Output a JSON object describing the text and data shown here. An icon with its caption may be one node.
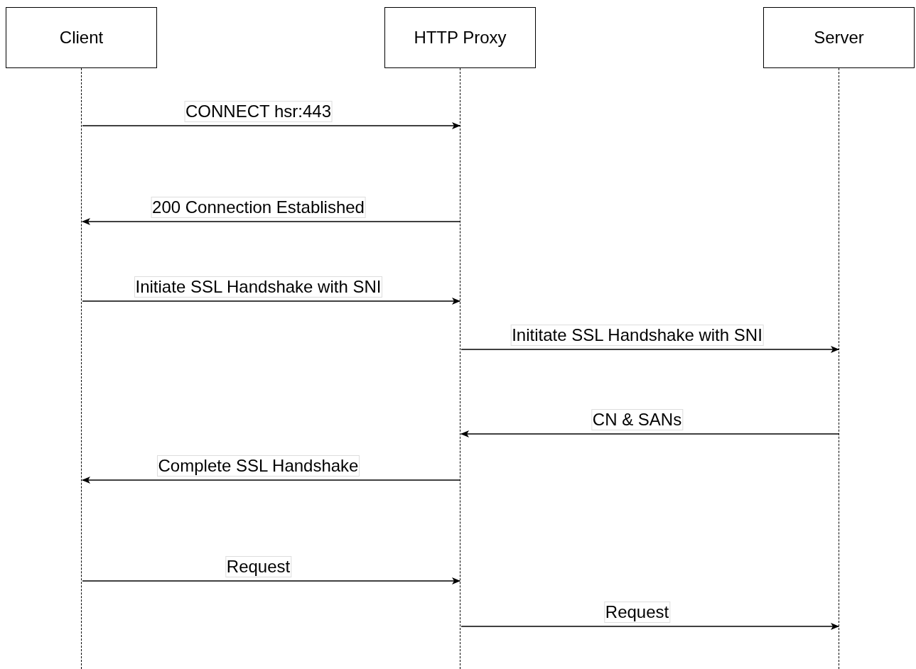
{
  "diagram": {
    "nodes": [
      {
        "text": [
          "Client"
        ]
      },
      {
        "text": [
          "HTTP Proxy"
        ]
      },
      {
        "text": [
          "Server"
        ]
      },
      {
        "text": [],
        "shape": "line"
      },
      {
        "text": [],
        "shape": "line"
      },
      {
        "text": [],
        "shape": "line"
      }
    ],
    "edges": [
      {
        "from": 3,
        "to": 4,
        "arrow": "to",
        "label": "CONNECT hsr:443"
      },
      {
        "from": 4,
        "to": 3,
        "arrow": "to",
        "label": "200 Connection Established"
      },
      {
        "from": 3,
        "to": 4,
        "arrow": "to",
        "label": "Initiate SSL Handshake with SNI"
      },
      {
        "from": 4,
        "to": 5,
        "arrow": "to",
        "label": "Inititate SSL Handshake with SNI"
      },
      {
        "from": 5,
        "to": 4,
        "arrow": "to",
        "label": "CN & SANs"
      },
      {
        "from": 4,
        "to": 3,
        "arrow": "to",
        "label": "Complete SSL Handshake"
      },
      {
        "from": 3,
        "to": 4,
        "arrow": "to",
        "label": "Request"
      },
      {
        "from": 4,
        "to": 5,
        "arrow": "to",
        "label": "Request"
      }
    ]
  }
}
